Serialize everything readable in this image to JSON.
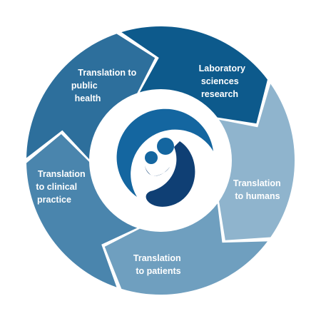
{
  "diagram": {
    "segments": [
      {
        "lines": [
          "Translation to",
          "public",
          "health"
        ],
        "color": "#0d5a8c"
      },
      {
        "lines": [
          "Laboratory",
          "sciences",
          "research"
        ],
        "color": "#8fb4cd"
      },
      {
        "lines": [
          "Translation",
          "to humans"
        ],
        "color": "#6f9fbf"
      },
      {
        "lines": [
          "Translation",
          "to patients"
        ],
        "color": "#4a85ad"
      },
      {
        "lines": [
          "Translation",
          "to clinical",
          "practice"
        ],
        "color": "#2d6f9c"
      }
    ],
    "center_logo": {
      "icon": "mother-and-child-logo",
      "colors": {
        "outer_swoosh": "#1466a0",
        "body": "#0f3f74",
        "head": "#1466a0"
      }
    }
  }
}
